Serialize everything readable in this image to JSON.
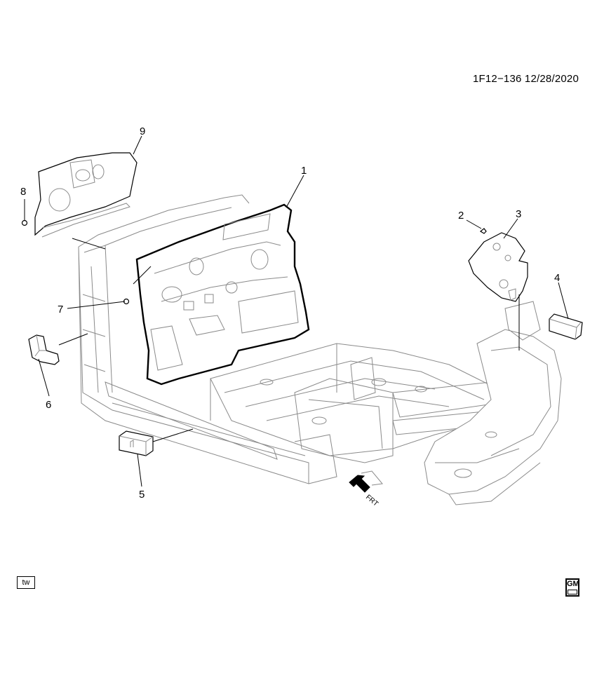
{
  "header": {
    "doc_id": "1F12−136  12/28/2020"
  },
  "callouts": [
    {
      "id": "callout-1",
      "label": "1"
    },
    {
      "id": "callout-2",
      "label": "2"
    },
    {
      "id": "callout-3",
      "label": "3"
    },
    {
      "id": "callout-4",
      "label": "4"
    },
    {
      "id": "callout-5",
      "label": "5"
    },
    {
      "id": "callout-6",
      "label": "6"
    },
    {
      "id": "callout-7",
      "label": "7"
    },
    {
      "id": "callout-8",
      "label": "8"
    },
    {
      "id": "callout-9",
      "label": "9"
    }
  ],
  "direction_arrow": {
    "label": "FRT"
  },
  "footer": {
    "tw_badge": "tw",
    "logo": "GM"
  }
}
